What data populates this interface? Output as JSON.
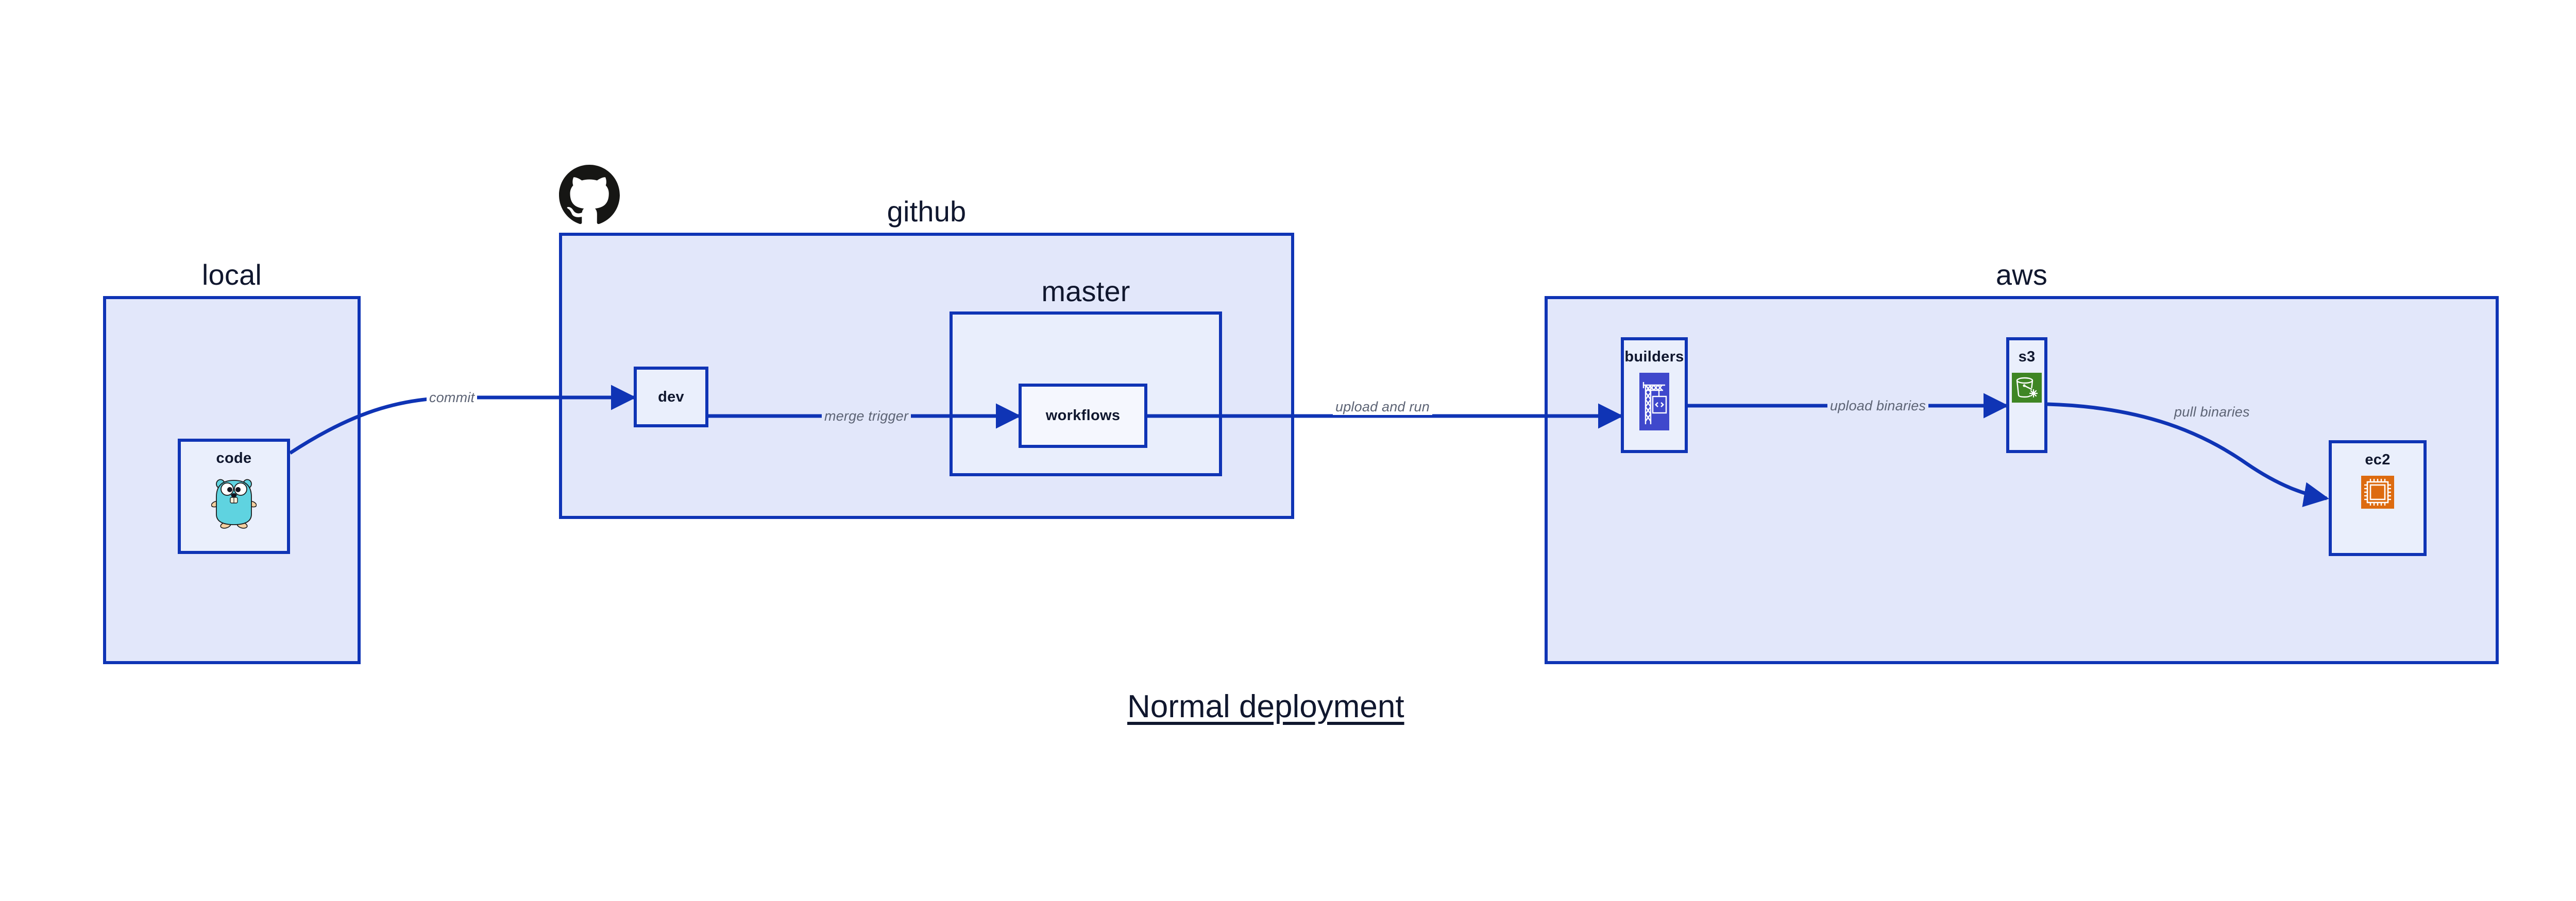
{
  "title": "Normal deployment",
  "colors": {
    "group_fill": "#e2e7fa",
    "node_fill": "#eaeffc",
    "stroke": "#0f34b5",
    "text": "#10172e",
    "edge_label_text": "#5d6475",
    "codebuild_blue": "#3f48cc",
    "s3_glacier_green": "#3f8624",
    "ec2_orange": "#dd6b10",
    "gopher_cyan": "#5fd3e0",
    "github_black": "#161614"
  },
  "groups": [
    {
      "id": "local",
      "label": "local"
    },
    {
      "id": "github",
      "label": "github"
    },
    {
      "id": "master",
      "label": "master"
    },
    {
      "id": "aws",
      "label": "aws"
    }
  ],
  "nodes": [
    {
      "id": "code",
      "label": "code",
      "icon": "go-gopher-icon"
    },
    {
      "id": "dev",
      "label": "dev",
      "icon": "none"
    },
    {
      "id": "workflows",
      "label": "workflows",
      "icon": "none"
    },
    {
      "id": "builders",
      "label": "builders",
      "icon": "aws-codebuild-icon"
    },
    {
      "id": "s3",
      "label": "s3",
      "icon": "aws-s3-glacier-icon"
    },
    {
      "id": "ec2",
      "label": "ec2",
      "icon": "aws-ec2-icon"
    }
  ],
  "edges": [
    {
      "id": "code-to-dev",
      "from": "code",
      "to": "dev",
      "label": "commit"
    },
    {
      "id": "dev-to-workflows",
      "from": "dev",
      "to": "workflows",
      "label": "merge trigger"
    },
    {
      "id": "workflows-to-builders",
      "from": "workflows",
      "to": "builders",
      "label": "upload and run"
    },
    {
      "id": "builders-to-s3",
      "from": "builders",
      "to": "s3",
      "label": "upload binaries"
    },
    {
      "id": "s3-to-ec2",
      "from": "s3",
      "to": "ec2",
      "label": "pull binaries"
    }
  ],
  "logos": [
    {
      "id": "github-logo",
      "name": "github-octocat-logo"
    }
  ]
}
